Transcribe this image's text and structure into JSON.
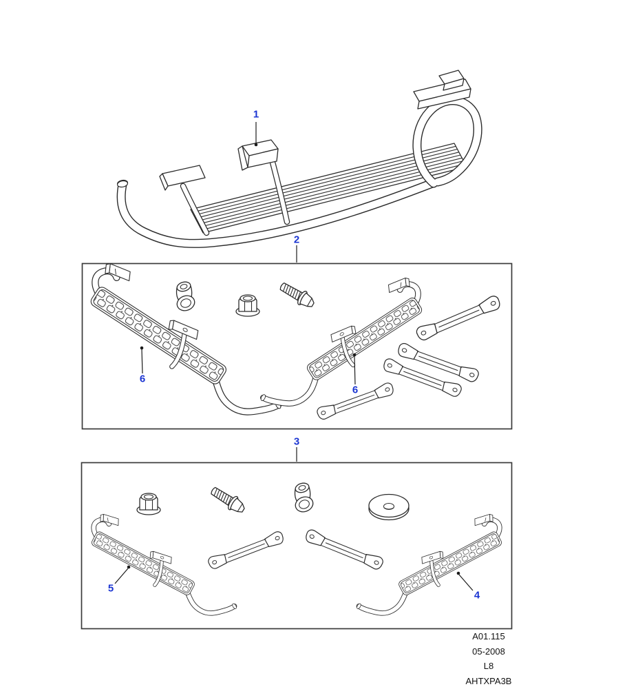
{
  "figure": {
    "type": "exploded-parts-diagram",
    "subject": "vehicle side step / running board kits"
  },
  "callouts": {
    "part_assembly": "1",
    "kit_full": "2",
    "kit_pair": "3",
    "step_right": "4",
    "step_left": "5",
    "step_bar_left": "6",
    "step_bar_right": "6"
  },
  "footer": {
    "code": "A01.115",
    "date": "05-2008",
    "sheet": "L8",
    "drawing_ref": "AHTXPA3B"
  },
  "colors": {
    "callout_blue": "#1b35d2",
    "line_art": "#2b2b2b",
    "box_border": "#3a3a3a",
    "background": "#ffffff"
  }
}
